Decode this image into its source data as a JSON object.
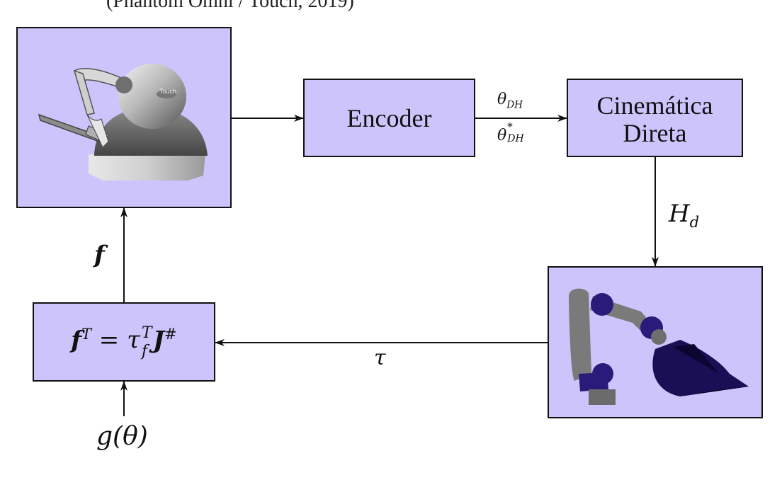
{
  "top_fragment": "(Phantom Omni / Touch, 2019)",
  "blocks": {
    "encoder": "Encoder",
    "kinematics_line1": "Cinemática",
    "kinematics_line2": "Direta",
    "haptic_device_brand": "Touch"
  },
  "signals": {
    "theta_dh": "θ",
    "theta_dh_sub": "DH",
    "theta_dh_star": "θ",
    "theta_dh_star_sup": "*",
    "theta_dh_star_sub": "DH",
    "h_d": "H",
    "h_d_sub": "d",
    "tau": "τ",
    "f": "f",
    "g_theta": "g(θ)"
  },
  "formula": {
    "lhs_symbol": "f",
    "lhs_sup": "T",
    "equals": " = ",
    "tau": "τ",
    "tau_sup": "T",
    "tau_sub": "f",
    "j": "J",
    "j_sup": "#"
  }
}
